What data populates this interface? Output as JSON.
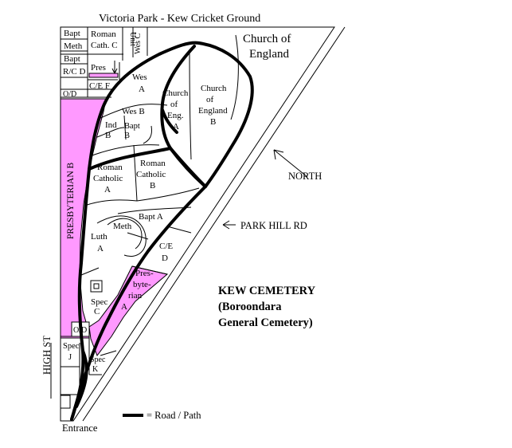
{
  "top_label": "Victoria Park - Kew Cricket Ground",
  "street_labels": {
    "north": "NORTH",
    "park_hill": "PARK HILL RD",
    "high_st": "HIGH ST"
  },
  "entrance": "Entrance",
  "title": {
    "line1": "KEW CEMETERY",
    "line2": "(Boroondara",
    "line3": "General Cemetery)"
  },
  "legend": {
    "road": "= Road / Path"
  },
  "colors": {
    "presbyterian": "#ff99ff",
    "line": "#000000"
  },
  "sections": {
    "bapt_top": "Bapt",
    "meth_top": "Meth",
    "roman_cath_c": [
      "Roman",
      "Cath. C"
    ],
    "unit": "Unit",
    "wes_c": "Wes C",
    "bapt_rc": "Bapt",
    "rc_d": "R/C D",
    "pres": "Pres",
    "church_of_england": [
      "Church of",
      "England"
    ],
    "ce_f": "C/E F",
    "od_top": "O/D",
    "wes_a": [
      "Wes",
      "A"
    ],
    "church_of_eng_a": [
      "Church",
      "of",
      "Eng.",
      "A"
    ],
    "church_of_england_b": [
      "Church",
      "of",
      "England",
      "B"
    ],
    "wes_b": "Wes B",
    "ind_b": [
      "Ind",
      "B"
    ],
    "bapt_b": [
      "Bapt",
      "B"
    ],
    "roman_catholic_a": [
      "Roman",
      "Catholic",
      "A"
    ],
    "roman_catholic_b": [
      "Roman",
      "Catholic",
      "B"
    ],
    "presbyterian_b": "PRESBYTERIAN B",
    "bapt_a": "Bapt A",
    "meth": "Meth",
    "luth_a": [
      "Luth",
      "A"
    ],
    "ce_d": [
      "C/E",
      "D"
    ],
    "presbyterian_a": [
      "Pres-",
      "byte-",
      "rian",
      "A"
    ],
    "spec_c": [
      "Spec",
      "C"
    ],
    "od_bottom": "O/D",
    "spec_j": [
      "Spec",
      "J"
    ],
    "spec_k": [
      "Spec",
      "K"
    ]
  }
}
